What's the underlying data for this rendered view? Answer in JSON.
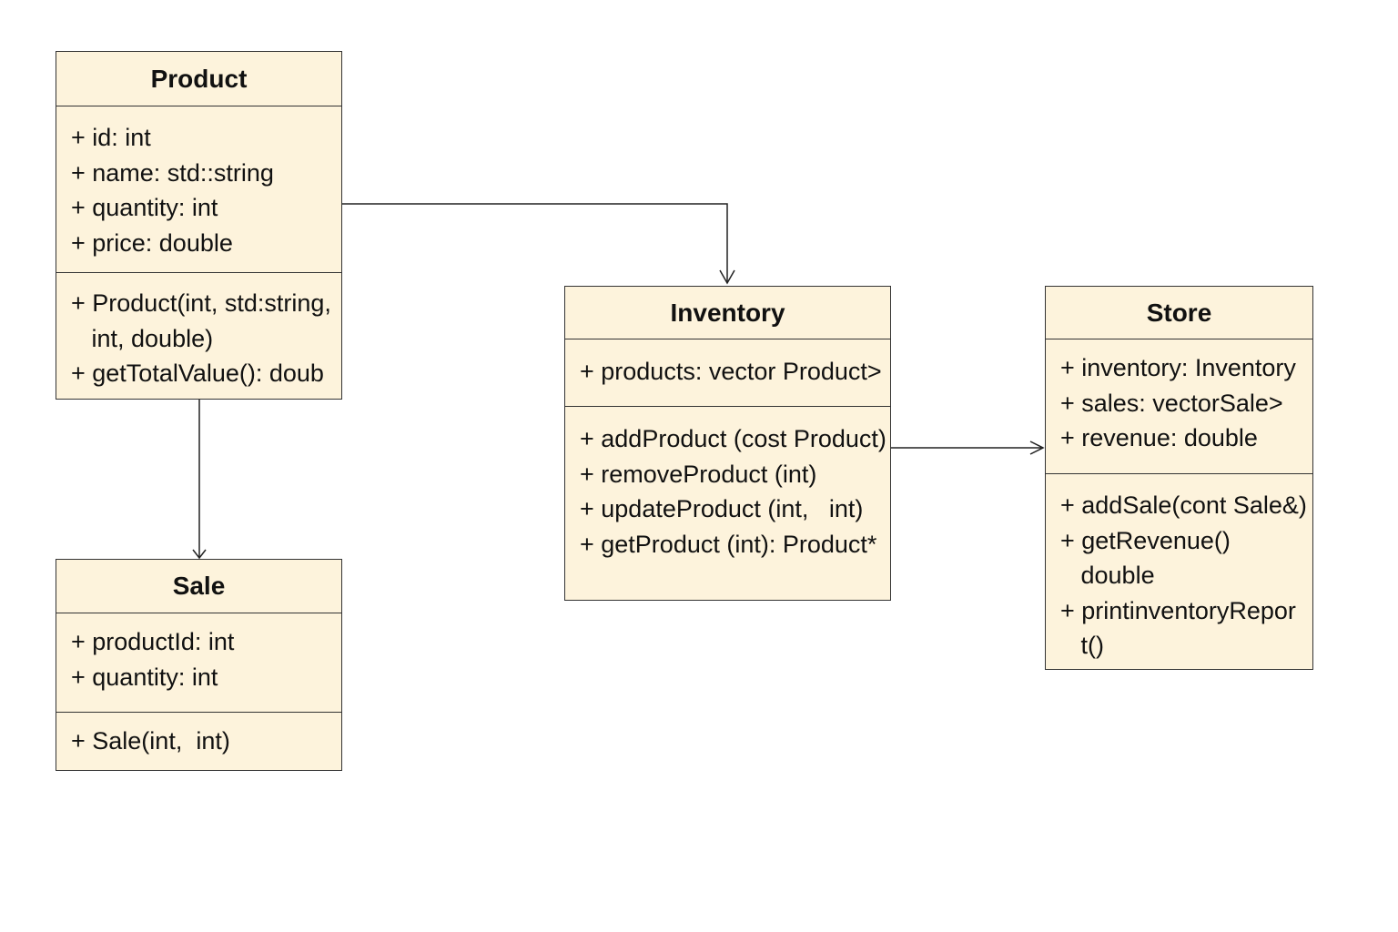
{
  "classes": {
    "product": {
      "name": "Product",
      "attributes": [
        "+ id: int",
        "+ name: std::string",
        "+ quantity: int",
        "+ price: double"
      ],
      "methods": [
        "+ Product(int, std:string,",
        "   int, double)",
        "+ getTotalValue(): doub"
      ]
    },
    "sale": {
      "name": "Sale",
      "attributes": [
        "+ productId: int",
        "+ quantity: int"
      ],
      "methods": [
        "+ Sale(int,  int)"
      ]
    },
    "inventory": {
      "name": "Inventory",
      "attributes": [
        "+ products: vector Product>"
      ],
      "methods": [
        "+ addProduct (cost Product)",
        "+ removeProduct (int)",
        "+ updateProduct (int,   int)",
        "+ getProduct (int): Product*"
      ]
    },
    "store": {
      "name": "Store",
      "attributes": [
        "+ inventory: Inventory",
        "+ sales: vectorSale>",
        "+ revenue: double"
      ],
      "methods": [
        "+ addSale(cont Sale&)",
        "+ getRevenue()",
        "   double",
        "+ printinventoryRepor",
        "   t()"
      ]
    }
  },
  "colors": {
    "box_fill": "#fdf3dc",
    "border": "#333333",
    "connector": "#222222"
  }
}
